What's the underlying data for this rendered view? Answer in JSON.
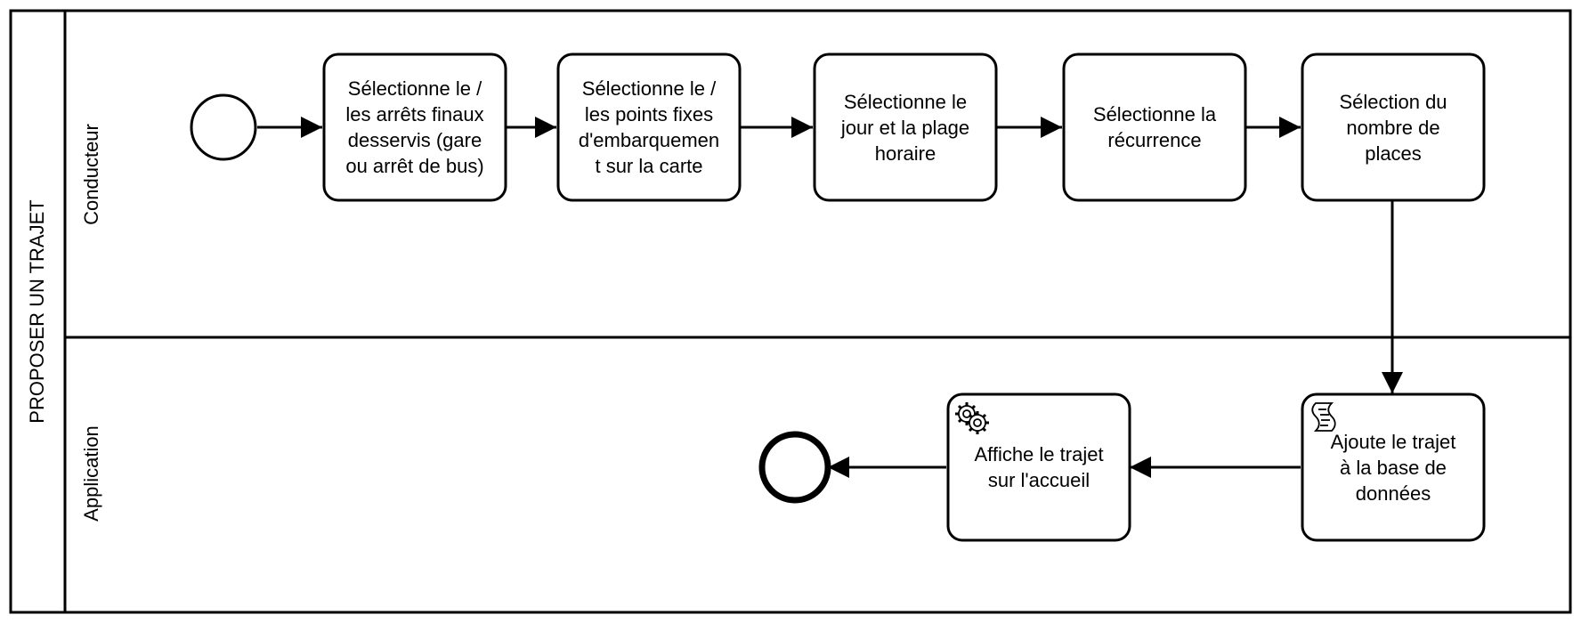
{
  "pool": {
    "label": "PROPOSER UN TRAJET"
  },
  "lanes": [
    {
      "id": "conducteur",
      "label": "Conducteur"
    },
    {
      "id": "application",
      "label": "Application"
    }
  ],
  "tasks": [
    {
      "id": "t1",
      "lane": "conducteur",
      "type": "user",
      "label": "Sélectionne le /\nles arrêts finaux\ndesservis (gare\nou arrêt de bus)"
    },
    {
      "id": "t2",
      "lane": "conducteur",
      "type": "user",
      "label": "Sélectionne le /\nles points fixes\nd'embarquemen\nt sur la carte"
    },
    {
      "id": "t3",
      "lane": "conducteur",
      "type": "user",
      "label": "Sélectionne le\njour et la plage\nhoraire"
    },
    {
      "id": "t4",
      "lane": "conducteur",
      "type": "user",
      "label": "Sélectionne la\nrécurrence"
    },
    {
      "id": "t5",
      "lane": "conducteur",
      "type": "user",
      "label": "Sélection du\nnombre de\nplaces"
    },
    {
      "id": "t6",
      "lane": "application",
      "type": "script",
      "icon": "script-icon",
      "label": "Ajoute le trajet\nà la base de\ndonnées"
    },
    {
      "id": "t7",
      "lane": "application",
      "type": "service",
      "icon": "gear-icon",
      "label": "Affiche le trajet\nsur l'accueil"
    }
  ],
  "events": [
    {
      "id": "start",
      "type": "start",
      "lane": "conducteur"
    },
    {
      "id": "end",
      "type": "end",
      "lane": "application"
    }
  ],
  "flows": [
    [
      "start",
      "t1"
    ],
    [
      "t1",
      "t2"
    ],
    [
      "t2",
      "t3"
    ],
    [
      "t3",
      "t4"
    ],
    [
      "t4",
      "t5"
    ],
    [
      "t5",
      "t6"
    ],
    [
      "t6",
      "t7"
    ],
    [
      "t7",
      "end"
    ]
  ]
}
